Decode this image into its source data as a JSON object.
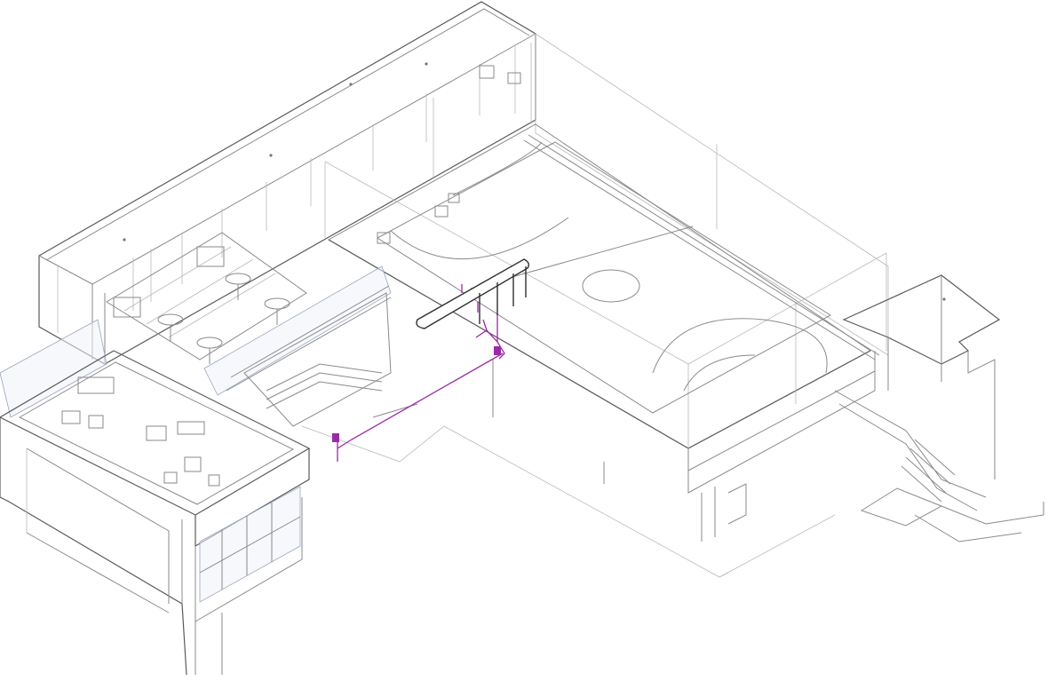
{
  "view": {
    "type": "isometric-3d-wireframe",
    "subject": "building-model",
    "background_color": "#ffffff",
    "line_color": "#8a8a8a",
    "dark_line_color": "#2f2f2f",
    "glass_tint": "#eef2fa",
    "highlight_color": "#9b2aa6"
  },
  "zones": [
    {
      "id": "sports-court",
      "icon": "court-markings"
    },
    {
      "id": "seating-terrace",
      "icon": "round-table-chairs"
    },
    {
      "id": "roof-terrace",
      "icon": "planter-boxes"
    },
    {
      "id": "glazed-facade",
      "icon": "curtain-wall"
    },
    {
      "id": "stair-east",
      "icon": "stair"
    },
    {
      "id": "stair-central",
      "icon": "stair"
    },
    {
      "id": "mep-system",
      "icon": "pipe-duct"
    }
  ]
}
